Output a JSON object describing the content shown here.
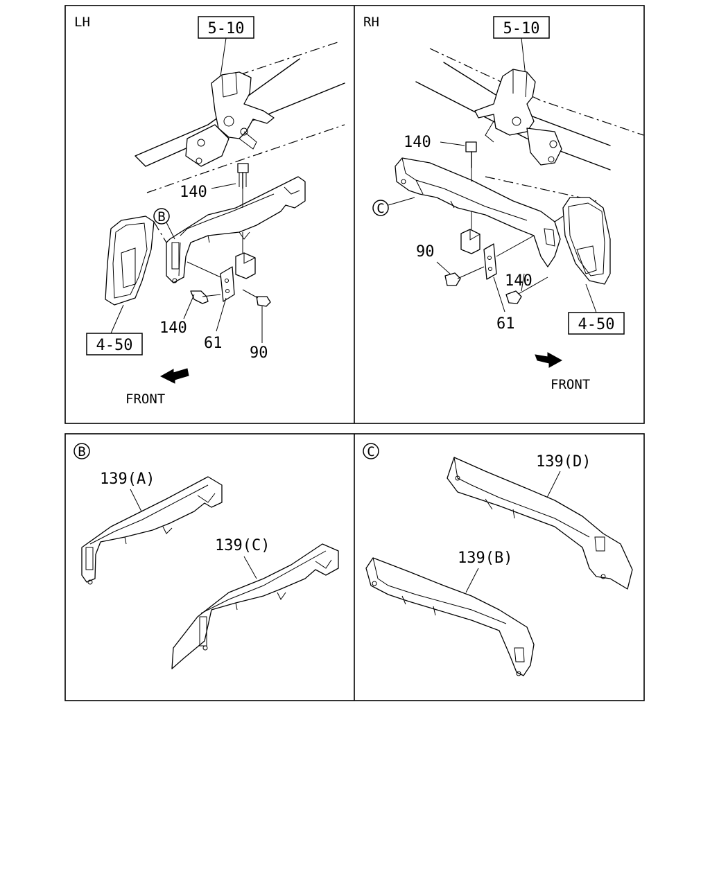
{
  "panels": {
    "lh": {
      "title": "LH",
      "ref_top": "5-10",
      "ref_side": "4-50",
      "callout": "B",
      "parts": {
        "bolt_a": "140",
        "bolt_b": "140",
        "bracket": "61",
        "bolt_c": "90"
      },
      "front": "FRONT"
    },
    "rh": {
      "title": "RH",
      "ref_top": "5-10",
      "ref_side": "4-50",
      "callout": "C",
      "parts": {
        "bolt_a": "140",
        "bolt_b": "140",
        "bracket": "61",
        "bolt_c": "90"
      },
      "front": "FRONT"
    },
    "b": {
      "title": "B",
      "part_1": "139(A)",
      "part_2": "139(C)"
    },
    "c": {
      "title": "C",
      "part_1": "139(D)",
      "part_2": "139(B)"
    }
  }
}
